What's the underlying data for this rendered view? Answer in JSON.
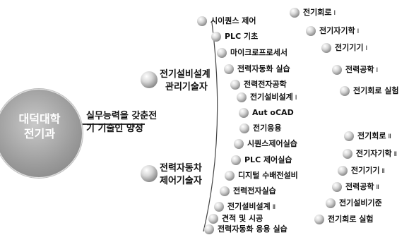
{
  "center": {
    "line1": "대덕대학",
    "line2": "전기과"
  },
  "goal": {
    "line1": "실무능력을 갖춘전",
    "line2": "기 기술인 양성"
  },
  "tracks": [
    {
      "line1": "전기설비설계",
      "line2": "관리기술자"
    },
    {
      "line1": "전력자동차",
      "line2": "제어기술자"
    }
  ],
  "arc_items": [
    {
      "text": "시이퀀스 제어",
      "suffix": ""
    },
    {
      "text": "PLC 기초",
      "suffix": ""
    },
    {
      "text": "마이크로프로세서",
      "suffix": ""
    },
    {
      "text": "전력자동화 실습",
      "suffix": ""
    },
    {
      "text": "전력전자공학",
      "suffix": ""
    },
    {
      "text": "전기설비설계",
      "suffix": "Ⅰ"
    },
    {
      "text": "Aut oCAD",
      "suffix": ""
    },
    {
      "text": "전기응용",
      "suffix": ""
    },
    {
      "text": "시퀀스제어실습",
      "suffix": ""
    },
    {
      "text": "PLC 제어실습",
      "suffix": ""
    },
    {
      "text": "디지털 수배전설비",
      "suffix": ""
    },
    {
      "text": "전력전자실습",
      "suffix": ""
    },
    {
      "text": "전기설비설계",
      "suffix": "Ⅱ"
    },
    {
      "text": "견적 및 시공",
      "suffix": ""
    },
    {
      "text": "전력자동화 응용 실습",
      "suffix": ""
    }
  ],
  "right_top": [
    {
      "text": "전기회로",
      "suffix": "Ⅰ"
    },
    {
      "text": "전기자기학",
      "suffix": "Ⅰ"
    },
    {
      "text": "전기기기",
      "suffix": "Ⅰ"
    },
    {
      "text": "전력공학",
      "suffix": "Ⅰ"
    },
    {
      "text": "전기회로 실험",
      "suffix": ""
    }
  ],
  "right_bottom": [
    {
      "text": "전기회로",
      "suffix": "Ⅱ"
    },
    {
      "text": "전기자기학",
      "suffix": "Ⅱ"
    },
    {
      "text": "전기기기",
      "suffix": "Ⅱ"
    },
    {
      "text": "전력공학",
      "suffix": "Ⅱ"
    },
    {
      "text": "전기설비기준",
      "suffix": ""
    },
    {
      "text": "전기회로 실험",
      "suffix": ""
    }
  ]
}
